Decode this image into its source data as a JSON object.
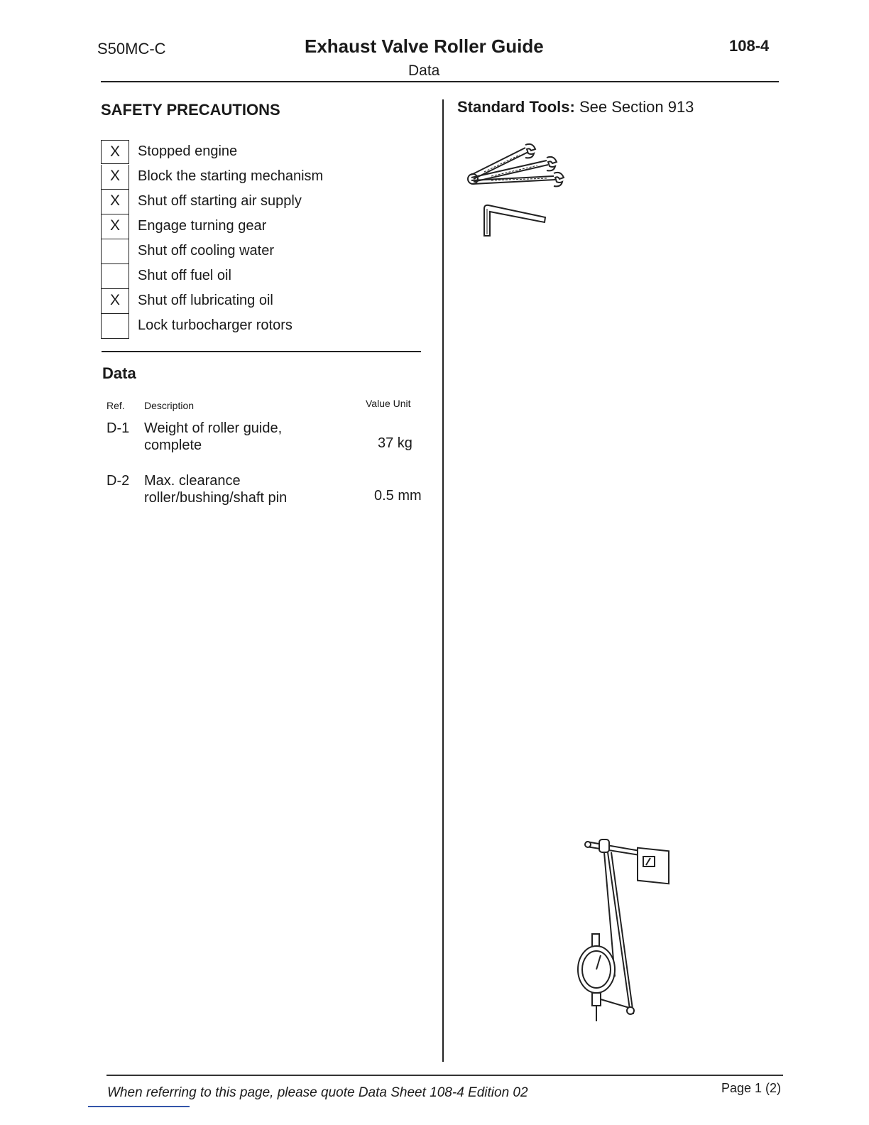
{
  "header": {
    "model": "S50MC-C",
    "title": "Exhaust Valve Roller Guide",
    "doc_number": "108-4",
    "subtitle": "Data"
  },
  "safety": {
    "heading": "SAFETY PRECAUTIONS",
    "items": [
      {
        "checked": "X",
        "label": "Stopped engine"
      },
      {
        "checked": "X",
        "label": "Block the starting mechanism"
      },
      {
        "checked": "X",
        "label": "Shut off starting air supply"
      },
      {
        "checked": "X",
        "label": "Engage turning gear"
      },
      {
        "checked": "",
        "label": "Shut off cooling water"
      },
      {
        "checked": "",
        "label": "Shut off fuel oil"
      },
      {
        "checked": "X",
        "label": "Shut off lubricating oil"
      },
      {
        "checked": "",
        "label": "Lock turbocharger rotors"
      }
    ]
  },
  "data_section": {
    "heading": "Data",
    "col_ref": "Ref.",
    "col_desc": "Description",
    "col_value_unit": "Value Unit",
    "rows": [
      {
        "ref": "D-1",
        "desc_line1": "Weight of roller guide,",
        "desc_line2": "complete",
        "value": "37 kg"
      },
      {
        "ref": "D-2",
        "desc_line1": "Max. clearance",
        "desc_line2": "roller/bushing/shaft pin",
        "value": "0.5 mm"
      }
    ]
  },
  "tools": {
    "label": "Standard Tools:",
    "text": "See Section 913",
    "icons": [
      "wrench-set-icon",
      "hex-key-icon",
      "dial-indicator-icon"
    ]
  },
  "footer": {
    "note": "When referring to this page, please quote Data Sheet 108-4 Edition 02",
    "page": "Page 1 (2)"
  }
}
